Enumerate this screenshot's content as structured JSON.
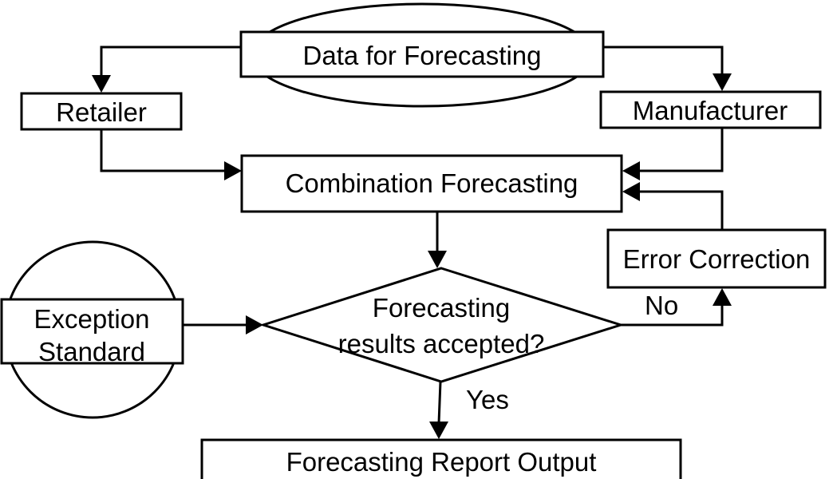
{
  "nodes": {
    "data_for_forecasting": "Data for Forecasting",
    "retailer": "Retailer",
    "manufacturer": "Manufacturer",
    "combination_forecasting": "Combination Forecasting",
    "error_correction": "Error Correction",
    "exception_standard": [
      "Exception",
      "Standard"
    ],
    "forecasting_results_accepted": [
      "Forecasting",
      "results accepted?"
    ],
    "forecasting_report_output": "Forecasting Report Output"
  },
  "edges": {
    "no_label": "No",
    "yes_label": "Yes"
  }
}
